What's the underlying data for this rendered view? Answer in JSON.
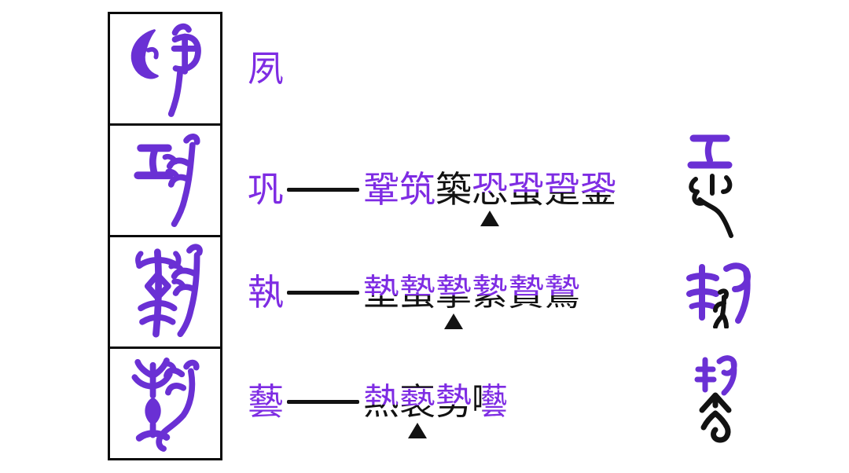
{
  "page": {
    "background": "#ffffff"
  },
  "colors": {
    "accent": "#7E2CE3",
    "glyph_purple": "#6A30D4",
    "ink": "#121212",
    "page_bg": "#ffffff"
  },
  "rows": [
    {
      "head": {
        "text": "夙",
        "color": "purple"
      },
      "connector": false,
      "derived": []
    },
    {
      "head": {
        "text": "巩",
        "color": "purple"
      },
      "connector": true,
      "derived": [
        {
          "ch": "鞏",
          "color": "purple"
        },
        {
          "ch": "筑",
          "color": "purple"
        },
        {
          "ch": "築",
          "color": "black"
        },
        {
          "ch": "恐",
          "color": "purple-top",
          "marker": true
        },
        {
          "ch": "蛩",
          "color": "purple-top"
        },
        {
          "ch": "跫",
          "color": "purple-top"
        },
        {
          "ch": "銎",
          "color": "purple-top"
        }
      ]
    },
    {
      "head": {
        "text": "執",
        "color": "purple"
      },
      "connector": true,
      "derived": [
        {
          "ch": "墊",
          "color": "purple-top"
        },
        {
          "ch": "蟄",
          "color": "purple-top"
        },
        {
          "ch": "摯",
          "color": "purple-top",
          "marker": true
        },
        {
          "ch": "縶",
          "color": "purple-top"
        },
        {
          "ch": "贄",
          "color": "purple-top"
        },
        {
          "ch": "鷙",
          "color": "purple-top"
        }
      ]
    },
    {
      "head": {
        "text": "藝",
        "color": "purple"
      },
      "connector": true,
      "derived": [
        {
          "ch": "熱",
          "color": "purple-top"
        },
        {
          "ch": "褻",
          "color": "purple-mid",
          "marker": true
        },
        {
          "ch": "勢",
          "color": "purple-top"
        },
        {
          "ch": "囈",
          "color": "purple-right"
        }
      ]
    }
  ],
  "ancient_forms": {
    "boxed_glyphs": [
      {
        "depicts": "夙",
        "color": "purple"
      },
      {
        "depicts": "巩",
        "color": "purple"
      },
      {
        "depicts": "執",
        "color": "purple"
      },
      {
        "depicts": "藝",
        "color": "purple"
      }
    ],
    "right_glyphs": [
      {
        "depicts": "巩",
        "colors": "purple 工 over black hand"
      },
      {
        "depicts": "執",
        "colors": "purple seal form with black figure"
      },
      {
        "depicts": "藝",
        "colors": "purple seal form over black element"
      }
    ]
  }
}
